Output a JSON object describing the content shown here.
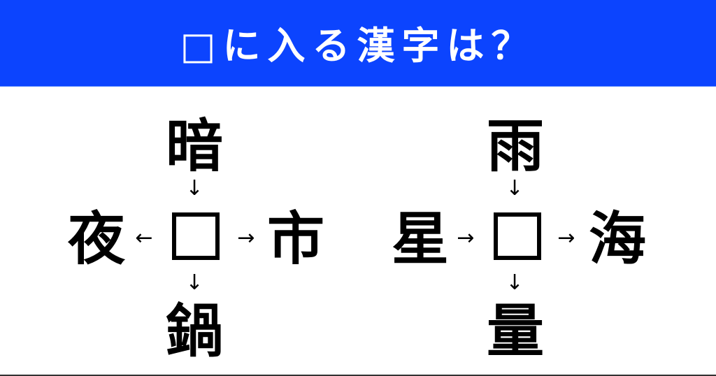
{
  "header": {
    "title": "□に入る漢字は？",
    "background_color": "#0c44fe"
  },
  "puzzles": [
    {
      "top": "暗",
      "left": "夜",
      "right": "市",
      "bottom": "鍋",
      "arrow_top": "↓",
      "arrow_left": "←",
      "arrow_right": "→",
      "arrow_bottom": "↓"
    },
    {
      "top": "雨",
      "left": "星",
      "right": "海",
      "bottom": "量",
      "arrow_top": "↓",
      "arrow_left": "→",
      "arrow_right": "→",
      "arrow_bottom": "↓"
    }
  ]
}
